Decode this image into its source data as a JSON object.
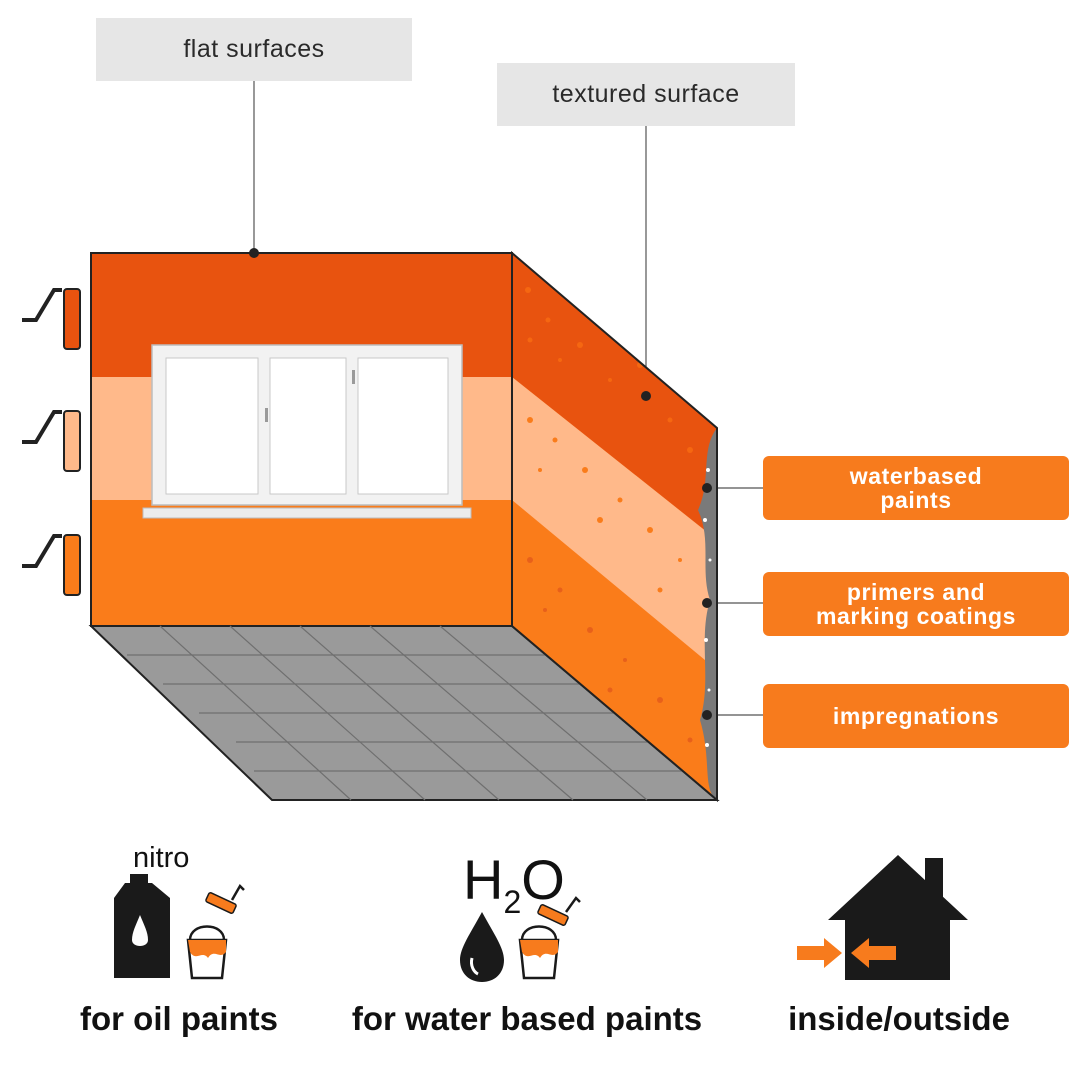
{
  "callouts": {
    "flat_surfaces": "flat surfaces",
    "textured_surface": "textured surface"
  },
  "layers": [
    {
      "label": "waterbased\npaints",
      "line1": "waterbased",
      "line2": "paints",
      "color": "#e8530f"
    },
    {
      "label": "primers and marking coatings",
      "line1": "primers and",
      "line2": "marking coatings",
      "color": "#ffb98a"
    },
    {
      "label": "impregnations",
      "line1": "impregnations",
      "color": "#fa7c1a"
    }
  ],
  "icons": {
    "nitro_label": "nitro",
    "h2o_label_main": "H",
    "h2o_label_sub": "2",
    "h2o_label_end": "O"
  },
  "captions": {
    "oil": "for oil paints",
    "water": "for water based paints",
    "inside_outside": "inside/outside"
  },
  "colors": {
    "accent": "#f77b1d",
    "dark_orange": "#e8530f",
    "light_orange": "#ffb98a",
    "floor_gray": "#9a9a9a",
    "callout_gray": "#e6e6e6"
  }
}
